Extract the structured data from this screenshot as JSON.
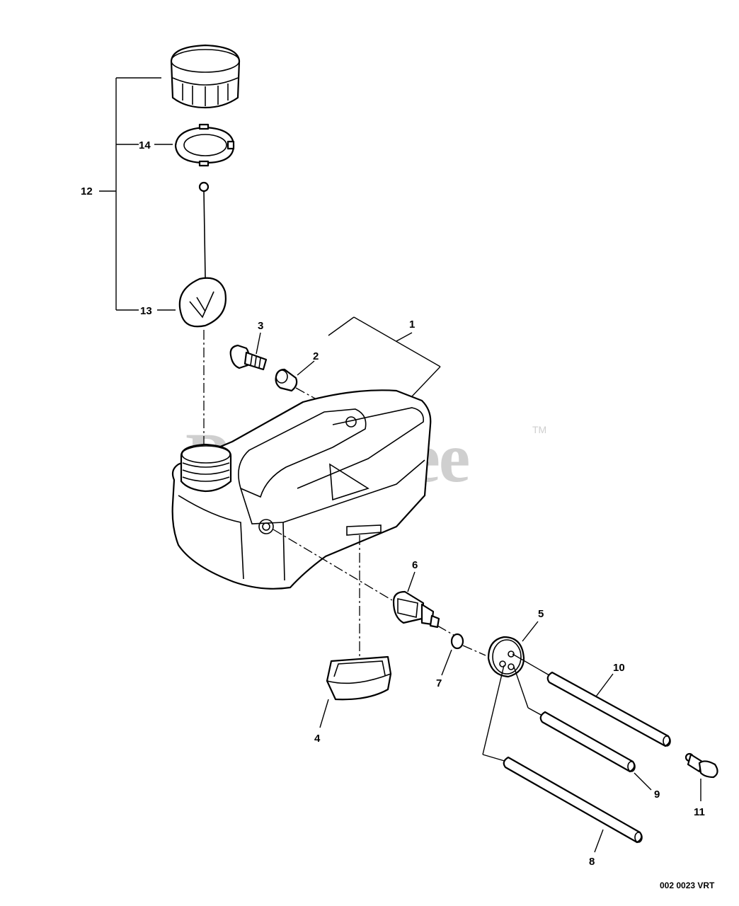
{
  "watermark": {
    "text": "PartsTree",
    "tm": "TM"
  },
  "drawing_code": "002 0023 VRT",
  "callouts": {
    "c1": "1",
    "c2": "2",
    "c3": "3",
    "c4": "4",
    "c5": "5",
    "c6": "6",
    "c7": "7",
    "c8": "8",
    "c9": "9",
    "c10": "10",
    "c11": "11",
    "c12": "12",
    "c13": "13",
    "c14": "14"
  },
  "colors": {
    "line": "#000000",
    "watermark": "#cfcfcf",
    "background": "#ffffff"
  }
}
